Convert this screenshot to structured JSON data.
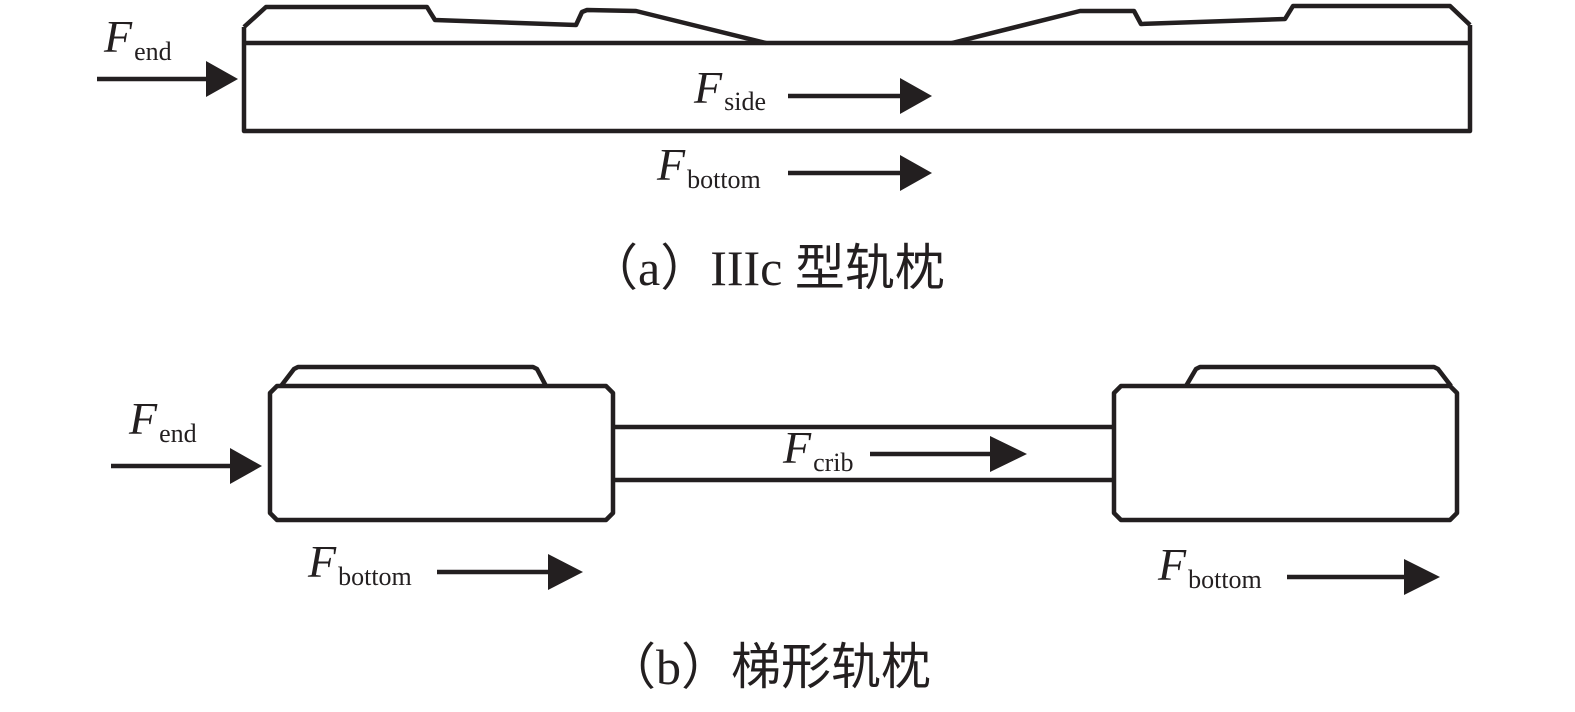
{
  "figure": {
    "panel_a": {
      "caption": "（a）IIIc 型轨枕",
      "sleeper_type": "IIIc",
      "forces": {
        "end": {
          "symbol": "F",
          "subscript": "end"
        },
        "side": {
          "symbol": "F",
          "subscript": "side"
        },
        "bottom": {
          "symbol": "F",
          "subscript": "bottom"
        }
      }
    },
    "panel_b": {
      "caption": "（b）梯形轨枕",
      "forces": {
        "end": {
          "symbol": "F",
          "subscript": "end"
        },
        "crib": {
          "symbol": "F",
          "subscript": "crib"
        },
        "bottom_left": {
          "symbol": "F",
          "subscript": "bottom"
        },
        "bottom_right": {
          "symbol": "F",
          "subscript": "bottom"
        }
      }
    },
    "colors": {
      "ink": "#231f20",
      "background": "#ffffff"
    }
  }
}
